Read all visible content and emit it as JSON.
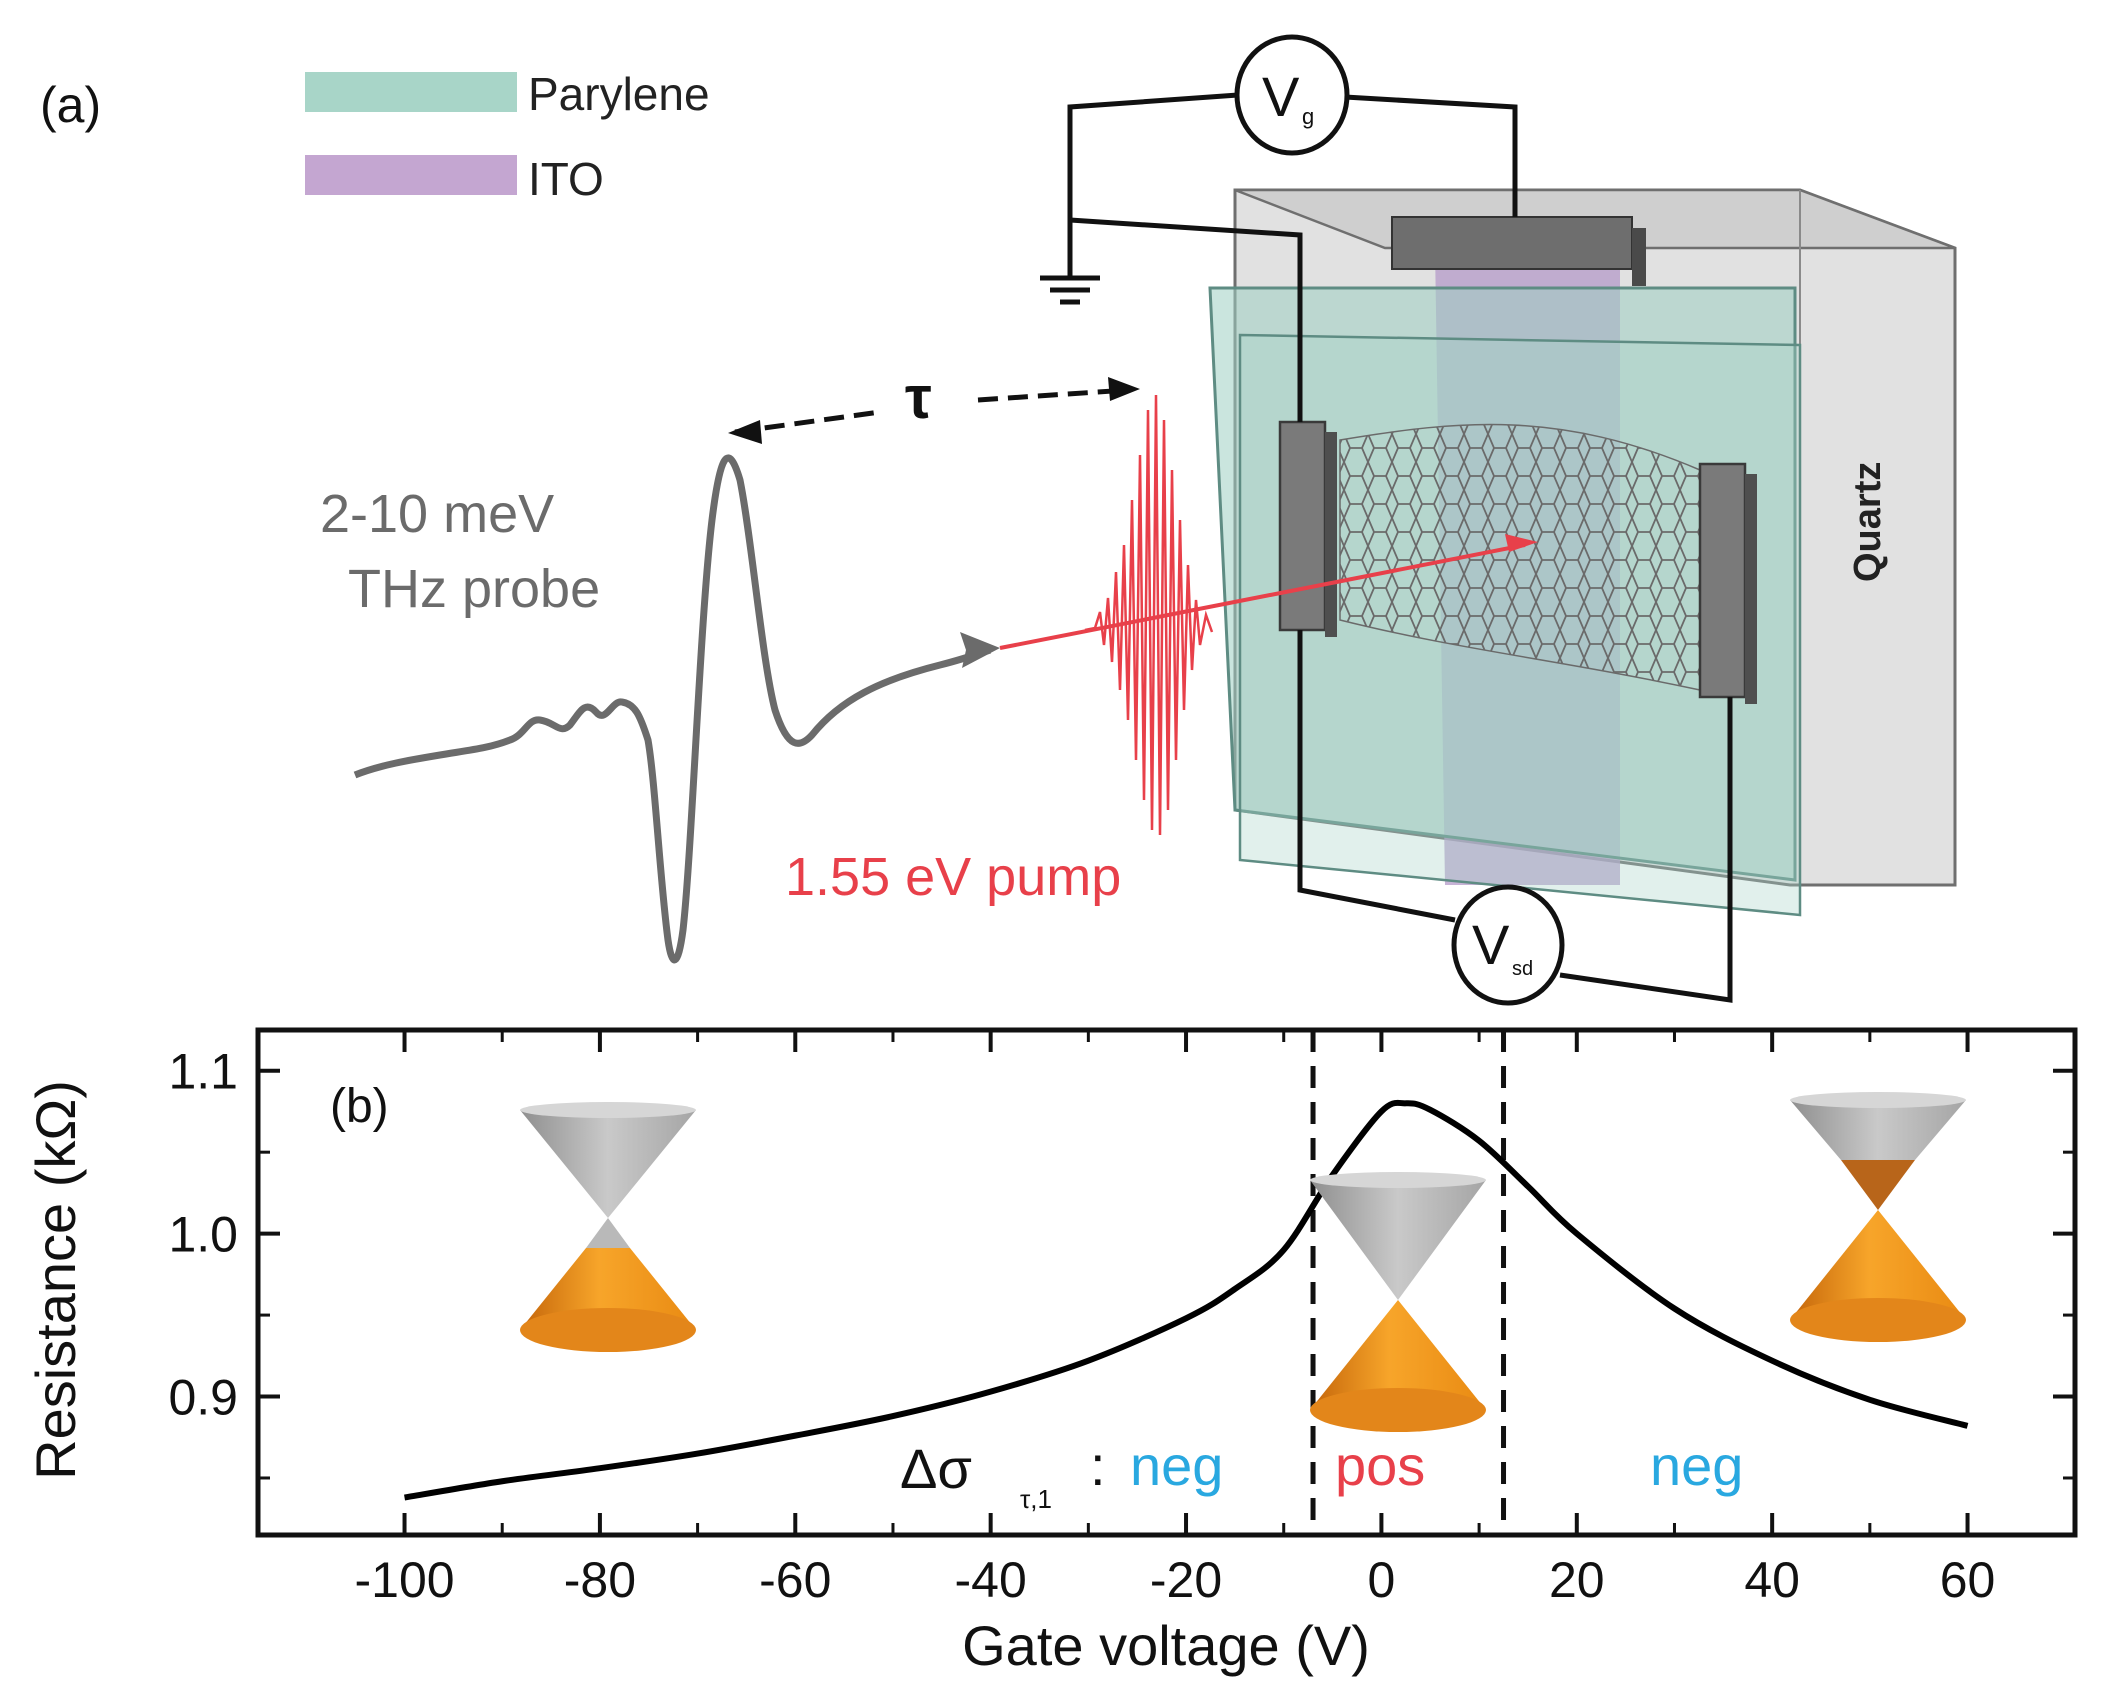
{
  "panel_a": {
    "label": "(a)",
    "legend": [
      {
        "name": "Parylene",
        "color": "#a8d5c8"
      },
      {
        "name": "ITO",
        "color": "#c4a6d1"
      }
    ],
    "gate_meter": {
      "main": "V",
      "sub": "g"
    },
    "sd_meter": {
      "main": "V",
      "sub": "sd"
    },
    "delay_label": "τ",
    "probe_line1": "2-10 meV",
    "probe_line2": "THz probe",
    "pump_label": "1.55 eV pump",
    "substrate_label": "Quartz",
    "colors": {
      "probe": "#6b6b6b",
      "pump": "#e8404a",
      "wire": "#111111",
      "quartz": "#d9d9d9",
      "contact": "#7a7a7a"
    }
  },
  "panel_b": {
    "label": "(b)",
    "annotation_symbol": "Δσ",
    "annotation_sub": "τ,1",
    "annotation_colon": ":",
    "region_labels": [
      {
        "text": "neg",
        "color": "#29a8e0"
      },
      {
        "text": "pos",
        "color": "#e8404a"
      },
      {
        "text": "neg",
        "color": "#29a8e0"
      }
    ],
    "cone_colors": {
      "filled": "#f39a1e",
      "empty": "#b9b9b9"
    }
  },
  "chart_data": {
    "type": "line",
    "xlabel": "Gate voltage (V)",
    "ylabel": "Resistance (kΩ)",
    "xlim": [
      -115,
      71
    ],
    "ylim": [
      0.815,
      1.125
    ],
    "xticks": [
      -100,
      -80,
      -60,
      -40,
      -20,
      0,
      20,
      40,
      60
    ],
    "xtick_labels": [
      "-100",
      "-80",
      "-60",
      "-40",
      "-20",
      "0",
      "20",
      "40",
      "60"
    ],
    "yticks": [
      0.9,
      1.0,
      1.1
    ],
    "ytick_labels": [
      "0.9",
      "1.0",
      "1.1"
    ],
    "dashed_lines_x": [
      -7,
      12.5
    ],
    "series": [
      {
        "color": "#000000",
        "x": [
          -100,
          -90,
          -80,
          -70,
          -60,
          -50,
          -40,
          -30,
          -20,
          -15,
          -10,
          -5,
          0,
          2.5,
          5,
          10,
          15,
          20,
          30,
          40,
          50,
          60
        ],
        "y": [
          0.838,
          0.848,
          0.856,
          0.865,
          0.876,
          0.888,
          0.903,
          0.922,
          0.948,
          0.966,
          0.99,
          1.036,
          1.075,
          1.08,
          1.076,
          1.057,
          1.029,
          1.0,
          0.954,
          0.922,
          0.898,
          0.882
        ]
      }
    ]
  }
}
